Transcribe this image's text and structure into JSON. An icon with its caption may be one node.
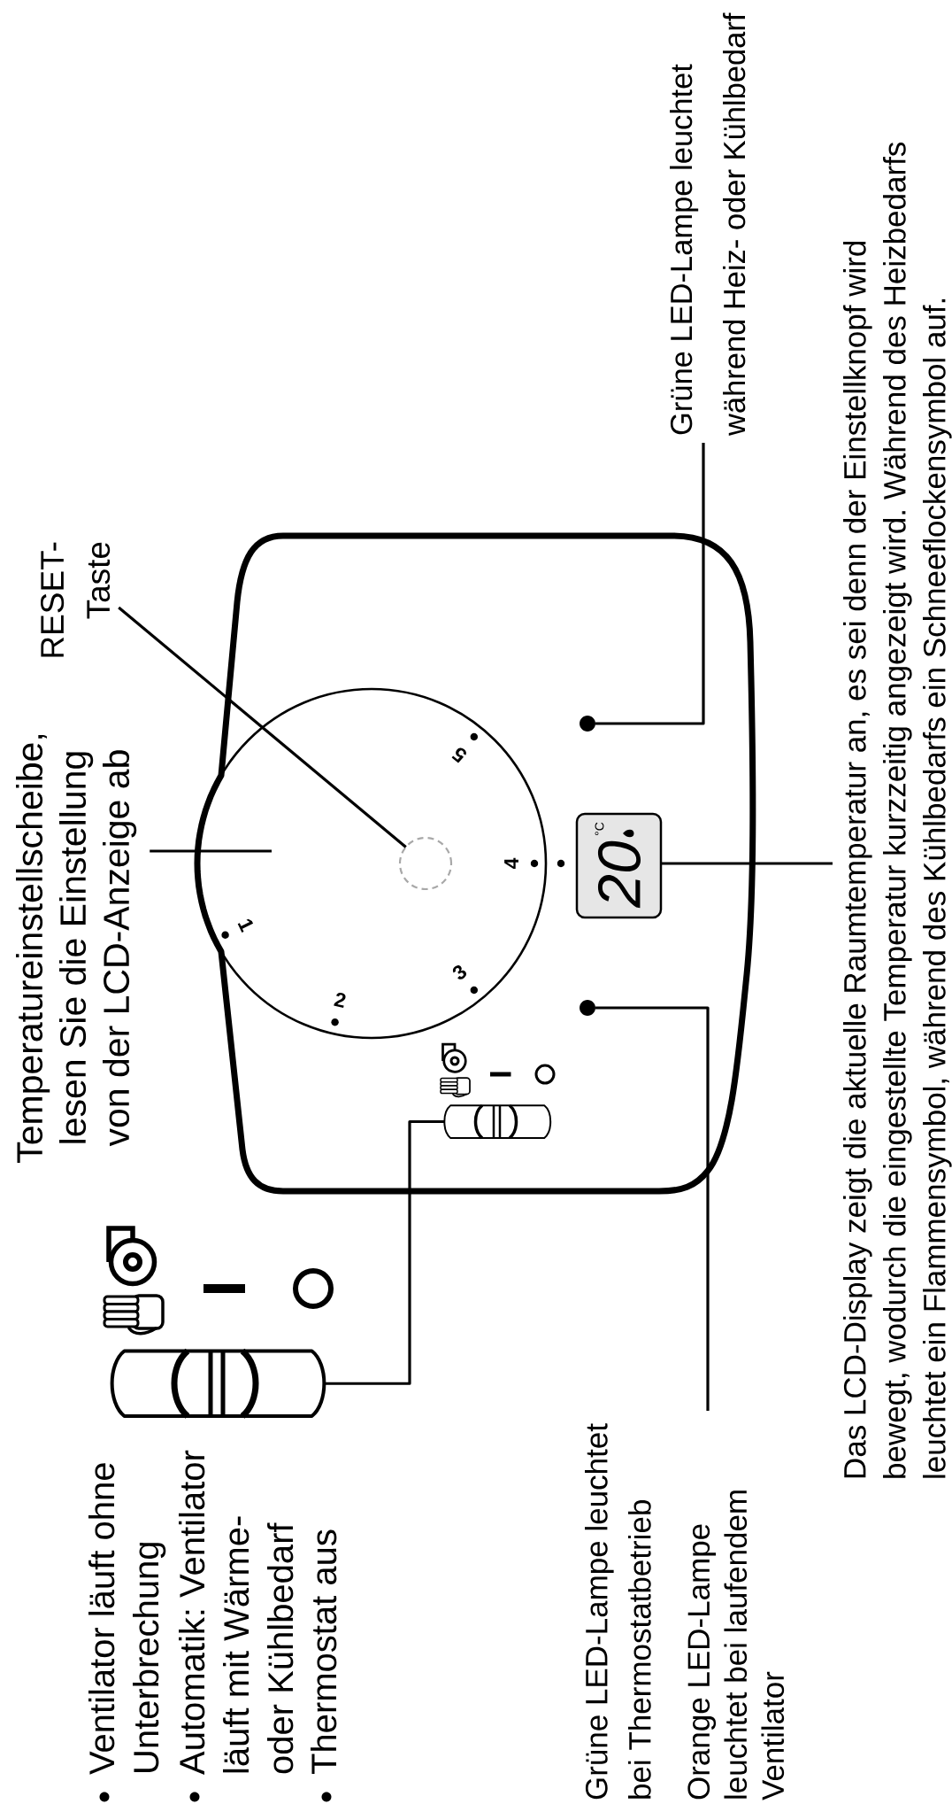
{
  "diagram": {
    "nodes": [
      {
        "text": [
          "RESET- Taste"
        ]
      },
      {
        "text": [
          "Temperatureinstellscheibe, lesen Sie die Einstellung von der LCD-Anzeige ab"
        ]
      },
      {
        "text": [
          "1",
          "2",
          "3",
          "4",
          "5"
        ]
      },
      {
        "text": [],
        "shape": "circle",
        "in": 2
      },
      {
        "text": [
          "20",
          "°C"
        ]
      },
      {
        "text": [],
        "shape": "circle"
      },
      {
        "text": [
          "Grüne LED-Lampe leuchtet während Heiz- oder Kühlbedarf"
        ]
      },
      {
        "text": [],
        "shape": "circle"
      },
      {
        "text": [
          "Grüne LED-Lampe leuchtet bei Thermostatbetrieb",
          "Orange LED-Lampe leuchtet bei laufendem Ventilator"
        ]
      },
      {
        "text": [],
        "shape": "picture"
      },
      {
        "text": [],
        "shape": "picture"
      },
      {
        "text": [
          "Das LCD-Display zeigt die aktuelle Raumtemperatur an, es sei denn der Einstellknopf wird bewegt, wodurch die eingestellte Temperatur kurzzeitig angezeigt wird. Während des Heizbedarfs leuchtet ein Flammensymbol, während des Kühlbedarfs ein Schneeflockensymbol auf."
        ]
      }
    ],
    "edges": [
      {
        "from": 0,
        "to": 3,
        "arrow": "none"
      },
      {
        "from": 1,
        "to": 2,
        "arrow": "none"
      },
      {
        "from": 6,
        "to": 5,
        "arrow": "none"
      },
      {
        "from": 8,
        "to": 7,
        "arrow": "none"
      },
      {
        "from": 10,
        "to": 9,
        "arrow": "none"
      },
      {
        "from": 11,
        "to": 4,
        "arrow": "none"
      }
    ],
    "labels": [
      "Ventilator läuft ohne Unterbrechung",
      "Automatik: Ventilator läuft mit Wärme- oder Kühlbedarf",
      "Thermostat aus"
    ]
  }
}
